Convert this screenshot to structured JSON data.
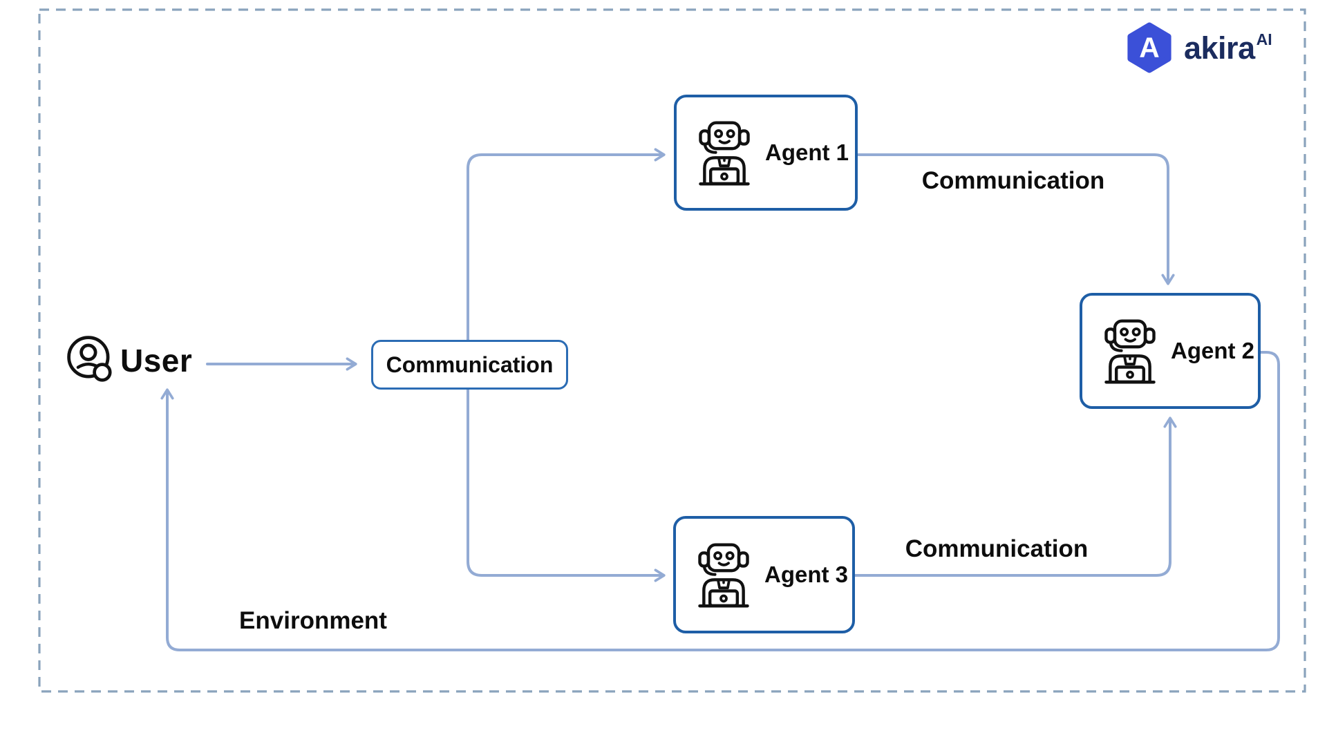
{
  "brand": {
    "logo_letter": "A",
    "name": "akira",
    "superscript": "AI"
  },
  "icons": {
    "logo": "hexagon-a-icon",
    "user": "user-circle-icon",
    "agent": "robot-support-agent-icon"
  },
  "diagram": {
    "nodes": {
      "user": {
        "label": "User"
      },
      "communication": {
        "label": "Communication"
      },
      "agent1": {
        "label": "Agent 1"
      },
      "agent2": {
        "label": "Agent 2"
      },
      "agent3": {
        "label": "Agent 3"
      }
    },
    "edge_labels": {
      "agent1_to_agent2": "Communication",
      "agent3_to_agent2": "Communication",
      "agent2_to_user": "Environment"
    },
    "edges": [
      {
        "from": "User",
        "to": "Communication"
      },
      {
        "from": "Communication",
        "to": "Agent 1"
      },
      {
        "from": "Communication",
        "to": "Agent 3"
      },
      {
        "from": "Agent 1",
        "to": "Agent 2",
        "label": "Communication"
      },
      {
        "from": "Agent 3",
        "to": "Agent 2",
        "label": "Communication"
      },
      {
        "from": "Agent 2",
        "to": "User",
        "label": "Environment"
      }
    ]
  },
  "colors": {
    "connector": "#93abd4",
    "agent_box_border": "#1e5ea6",
    "communication_box_border": "#2b6cb4",
    "dashed_border": "#8aa3bc",
    "logo_hexagon": "#3b50d8",
    "logo_text": "#1b2c5e",
    "label_text": "#0d0d0d"
  }
}
